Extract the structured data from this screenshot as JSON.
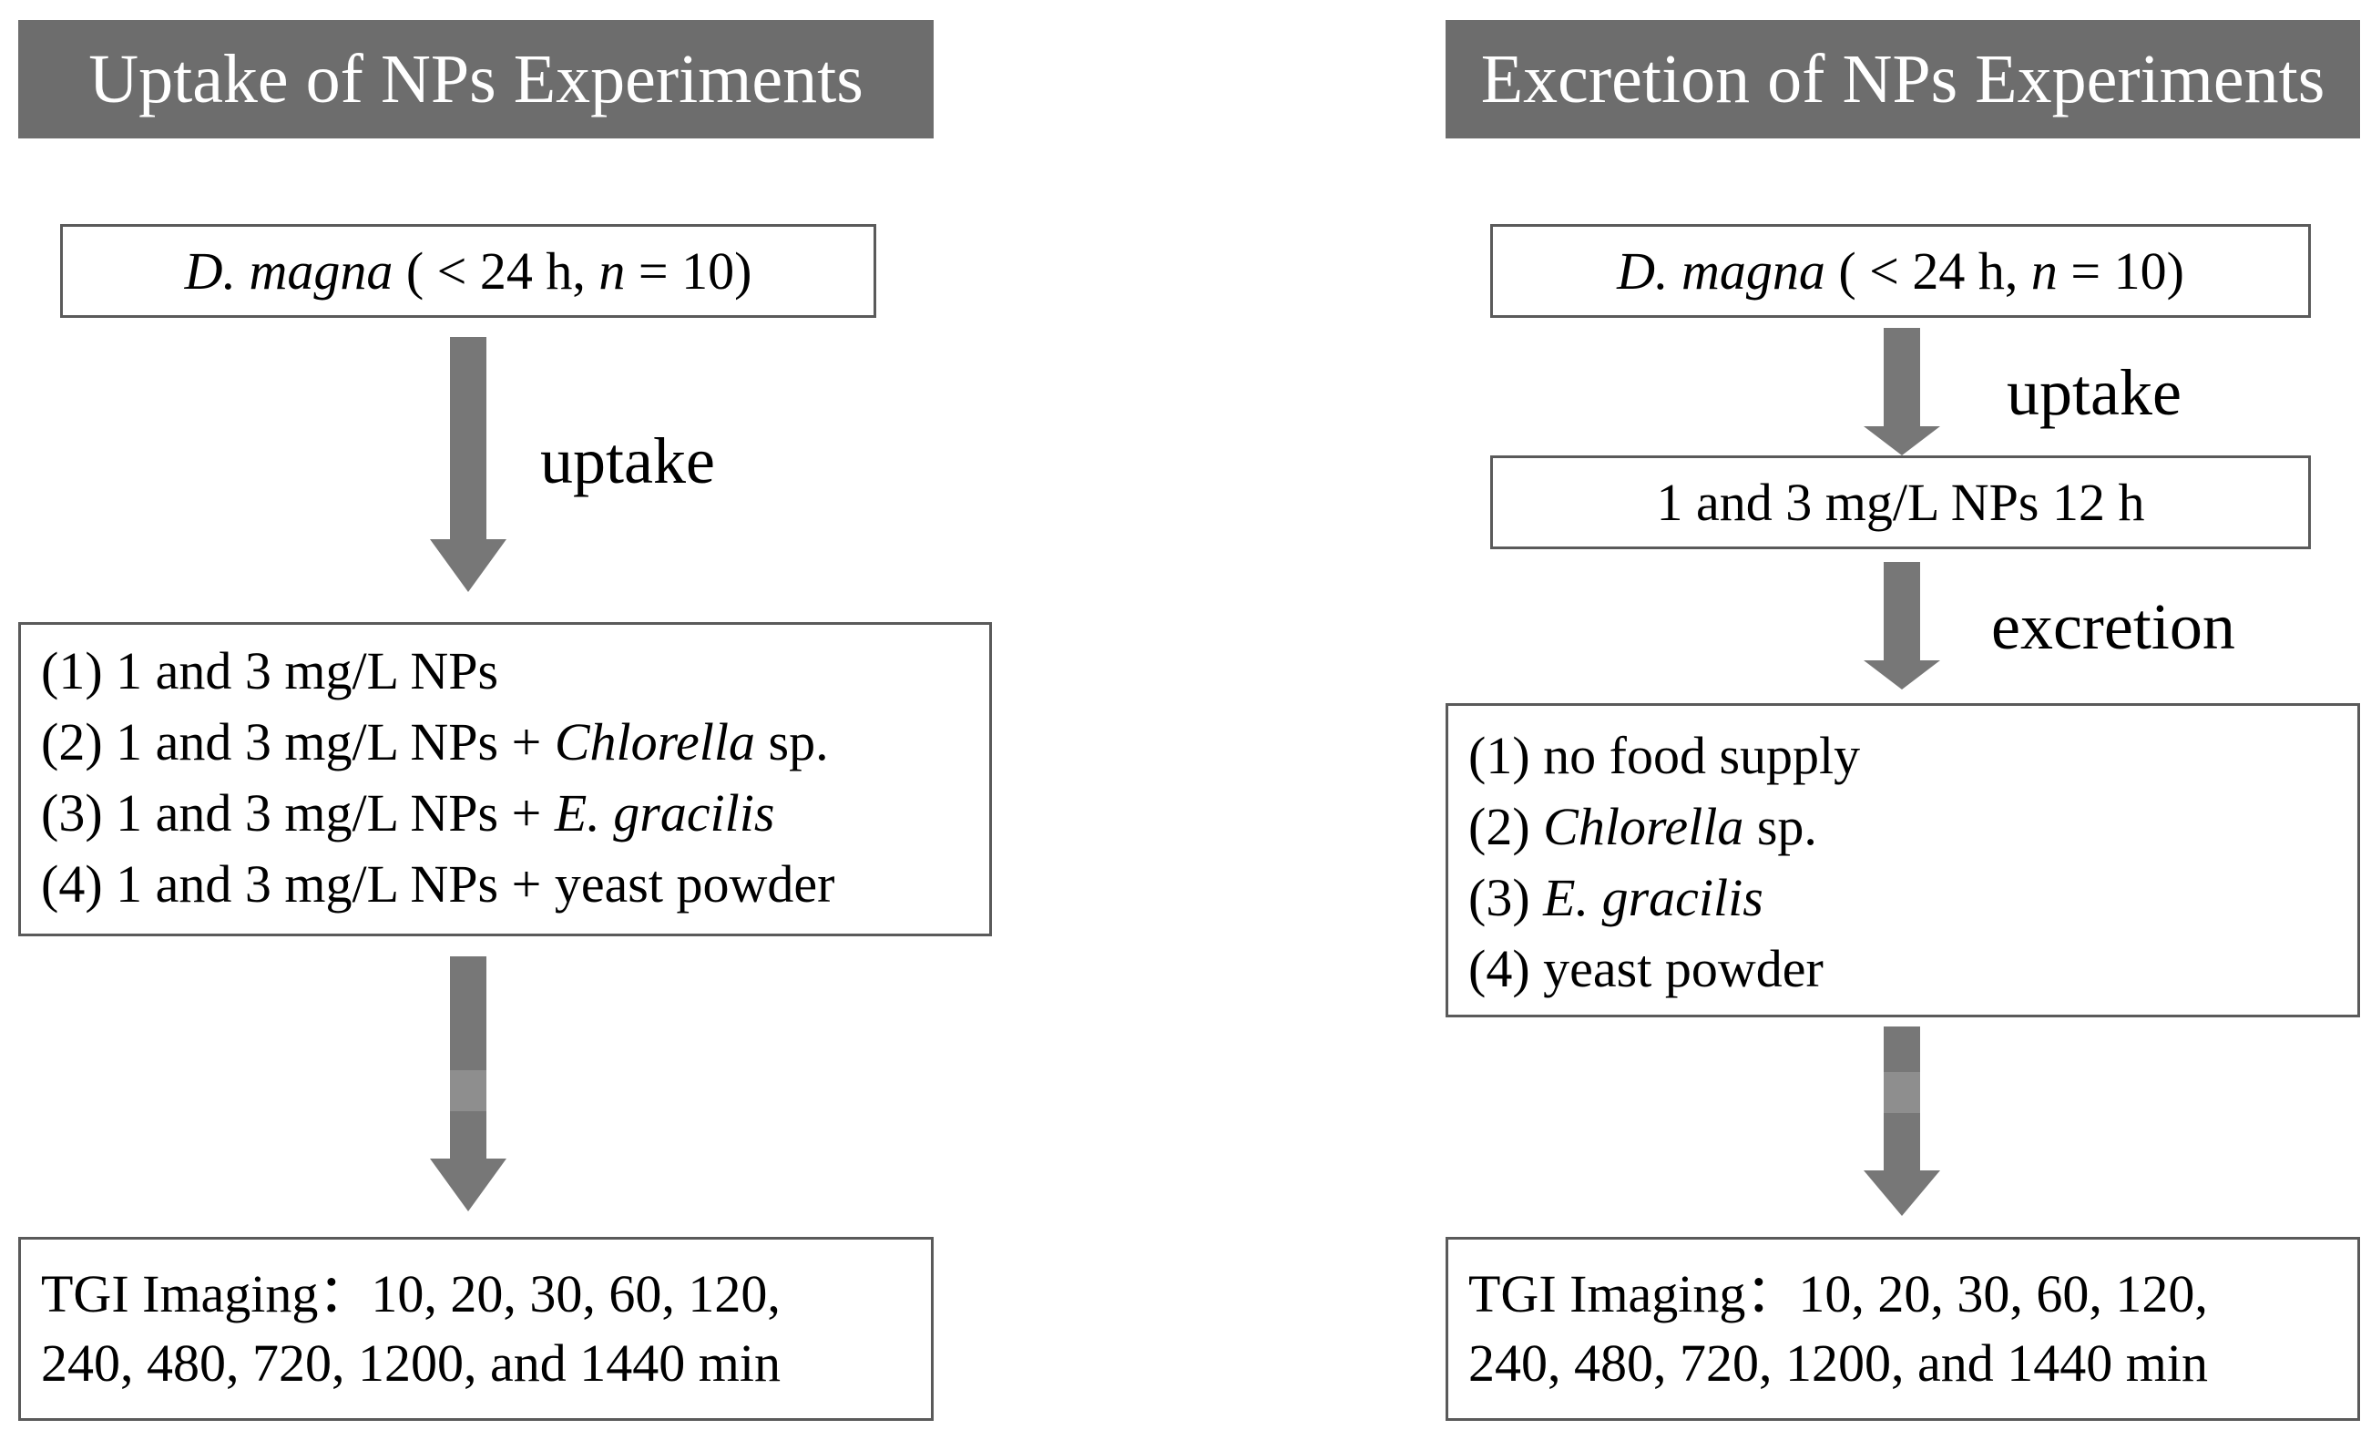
{
  "left": {
    "header": "Uptake of NPs Experiments",
    "organism": {
      "name": "D. magna",
      "open": " ( <  24 h, ",
      "n": "n",
      "eq": " = 10)"
    },
    "arrow_label": "uptake",
    "treatments": [
      {
        "num": "(1) ",
        "text": "1 and 3 mg/L NPs",
        "italic": "",
        "suffix": ""
      },
      {
        "num": "(2) ",
        "text": "1 and 3 mg/L NPs + ",
        "italic": "Chlorella",
        "suffix": " sp."
      },
      {
        "num": "(3) ",
        "text": "1 and 3 mg/L NPs + ",
        "italic": "E. gracilis",
        "suffix": ""
      },
      {
        "num": "(4) ",
        "text": "1 and 3 mg/L NPs + yeast powder",
        "italic": "",
        "suffix": ""
      }
    ],
    "imaging": {
      "line1": "TGI Imaging：10, 20, 30, 60, 120,",
      "line2": "240, 480, 720, 1200, and 1440 min"
    }
  },
  "right": {
    "header": "Excretion of NPs Experiments",
    "organism": {
      "name": "D. magna",
      "open": " ( <  24 h, ",
      "n": "n",
      "eq": " = 10)"
    },
    "arrow_label_1": "uptake",
    "exposure": "1 and 3 mg/L NPs  12 h",
    "arrow_label_2": "excretion",
    "treatments": [
      {
        "num": "(1) ",
        "text": "no food supply",
        "italic": "",
        "suffix": ""
      },
      {
        "num": "(2) ",
        "text": "",
        "italic": "Chlorella",
        "suffix": " sp."
      },
      {
        "num": "(3) ",
        "text": "",
        "italic": "E. gracilis",
        "suffix": ""
      },
      {
        "num": "(4) ",
        "text": "yeast powder",
        "italic": "",
        "suffix": ""
      }
    ],
    "imaging": {
      "line1": "TGI Imaging：10, 20, 30, 60, 120,",
      "line2": "240, 480, 720, 1200, and 1440 min"
    }
  },
  "colors": {
    "header_bg": "#6d6d6d",
    "arrow": "#777777",
    "box_border": "#5a5a5a"
  }
}
